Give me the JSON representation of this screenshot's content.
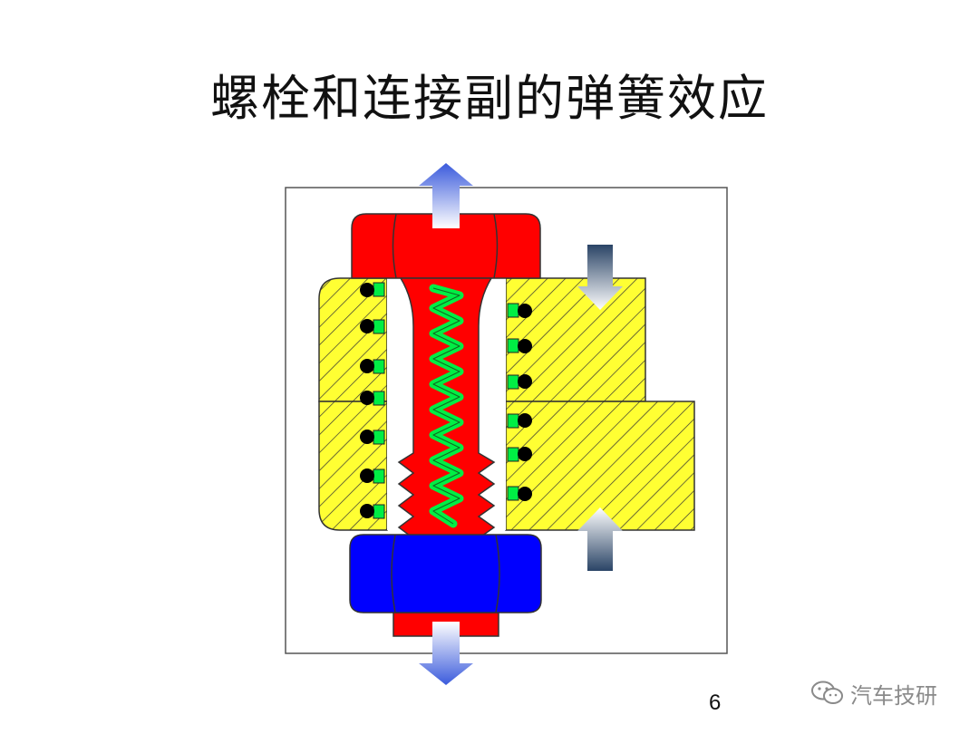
{
  "slide": {
    "title": "螺栓和连接副的弹簧效应",
    "page_number": "6"
  },
  "watermark": {
    "text": "汽车技研",
    "icon": "wechat-icon"
  },
  "colors": {
    "bolt": "#ff0000",
    "nut": "#0000ff",
    "plate": "#ffff33",
    "spring": "#00ee44",
    "arrow_top_bottom": "#4f6fe6",
    "arrow_side": "#2a4466"
  }
}
